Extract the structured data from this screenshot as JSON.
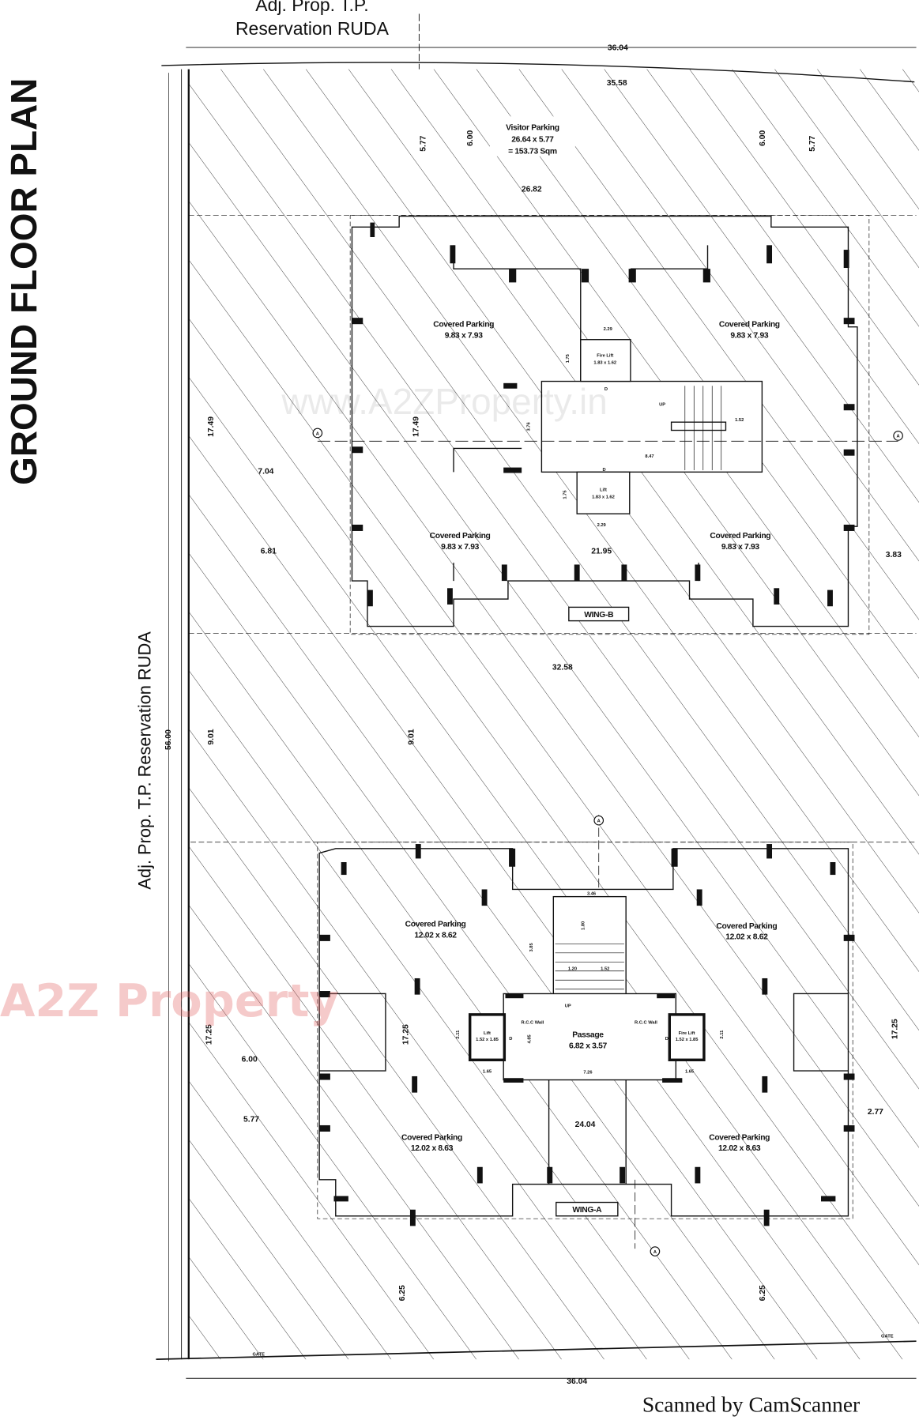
{
  "title": "GROUND FLOOR PLAN",
  "adjacent_top": {
    "line1": "Adj. Prop. T.P.",
    "line2": "Reservation RUDA"
  },
  "adjacent_left": "Adj. Prop. T.P. Reservation RUDA",
  "visitor_parking": {
    "name": "Visitor Parking",
    "size": "26.64 x 5.77",
    "area": "= 153.73 Sqm"
  },
  "wing_b": {
    "label": "WING-B",
    "parking": [
      {
        "name": "Covered Parking",
        "size": "9.83 x 7.93"
      },
      {
        "name": "Covered Parking",
        "size": "9.83 x 7.93"
      },
      {
        "name": "Covered Parking",
        "size": "9.83 x 7.93"
      },
      {
        "name": "Covered Parking",
        "size": "9.83 x 7.93"
      }
    ],
    "fire_lift": {
      "name": "Fire Lift",
      "size": "1.83 x 1.62"
    },
    "lift": {
      "name": "Lift",
      "size": "1.83 x 1.62"
    },
    "up": "UP",
    "door": "D"
  },
  "wing_a": {
    "label": "WING-A",
    "parking": [
      {
        "name": "Covered Parking",
        "size": "12.02 x 8.62"
      },
      {
        "name": "Covered Parking",
        "size": "12.02 x 8.62"
      },
      {
        "name": "Covered Parking",
        "size": "12.02 x 8.63"
      },
      {
        "name": "Covered Parking",
        "size": "12.02 x 8.63"
      }
    ],
    "lift": {
      "name": "Lift",
      "size": "1.52 x 1.85"
    },
    "fire_lift": {
      "name": "Fire Lift",
      "size": "1.52 x 1.85"
    },
    "passage": {
      "name": "Passage",
      "size": "6.82 x 3.57"
    },
    "rcc_wall": "R.C.C Wall",
    "up": "UP",
    "door": "D"
  },
  "dimensions": [
    "36.04",
    "35.58",
    "5.77",
    "6.00",
    "6.00",
    "5.77",
    "26.82",
    "17.49",
    "17.49",
    "7.04",
    "6.81",
    "21.95",
    "3.83",
    "32.58",
    "56.00",
    "9.01",
    "9.01",
    "17.25",
    "17.25",
    "17.25",
    "6.00",
    "5.77",
    "24.04",
    "2.77",
    "6.25",
    "6.25",
    "36.04",
    "2.29",
    "1.75",
    "3.76",
    "8.47",
    "1.52",
    "1.75",
    "2.29",
    "3.46",
    "1.80",
    "3.85",
    "1.20",
    "1.52",
    "4.85",
    "2.11",
    "2.11",
    "7.26",
    "1.65",
    "1.65"
  ],
  "section_marker": "A",
  "gate": "GATE",
  "watermark_text": "www.A2ZProperty.in",
  "watermark_logo": "A2Z Property",
  "scanner_note": "Scanned by CamScanner",
  "colors": {
    "ink": "#111111",
    "hatch": "#333333",
    "paper": "#ffffff"
  }
}
